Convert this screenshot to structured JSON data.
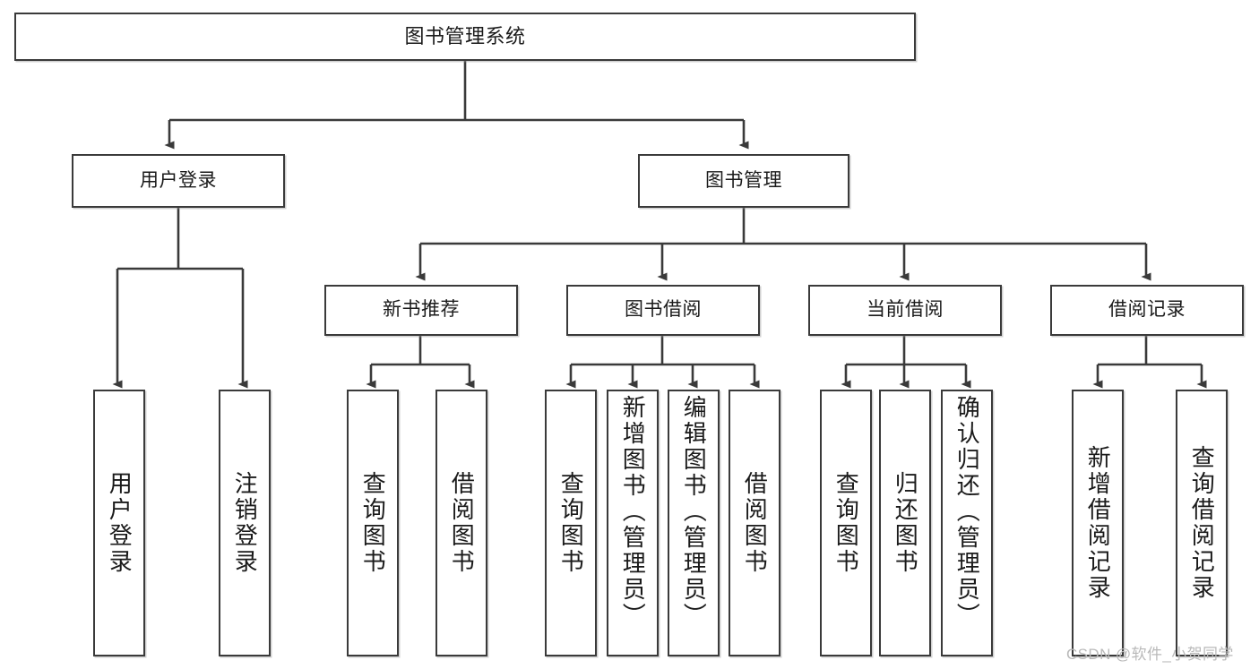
{
  "diagram": {
    "type": "hierarchy-tree",
    "title": "图书管理系统",
    "root": {
      "label": "图书管理系统"
    },
    "level1": [
      {
        "label": "用户登录"
      },
      {
        "label": "图书管理"
      }
    ],
    "level2": [
      {
        "label": "新书推荐"
      },
      {
        "label": "图书借阅"
      },
      {
        "label": "当前借阅"
      },
      {
        "label": "借阅记录"
      }
    ],
    "leaves": {
      "user_login": [
        {
          "label": "用户登录"
        },
        {
          "label": "注销登录"
        }
      ],
      "new_book_recommend": [
        {
          "label": "查询图书"
        },
        {
          "label": "借阅图书"
        }
      ],
      "book_borrow": [
        {
          "label": "查询图书"
        },
        {
          "label": "新增图书（管理员）"
        },
        {
          "label": "编辑图书（管理员）"
        },
        {
          "label": "借阅图书"
        }
      ],
      "current_borrow": [
        {
          "label": "查询图书"
        },
        {
          "label": "归还图书"
        },
        {
          "label": "确认归还（管理员）"
        }
      ],
      "borrow_record": [
        {
          "label": "新增借阅记录"
        },
        {
          "label": "查询借阅记录"
        }
      ]
    }
  },
  "watermark": {
    "text": "CSDN @软件_小贺同学"
  },
  "colors": {
    "border": "#3a3a3a",
    "background": "#ffffff",
    "text": "#1a1a1a",
    "watermark": "#b9b9b9"
  }
}
